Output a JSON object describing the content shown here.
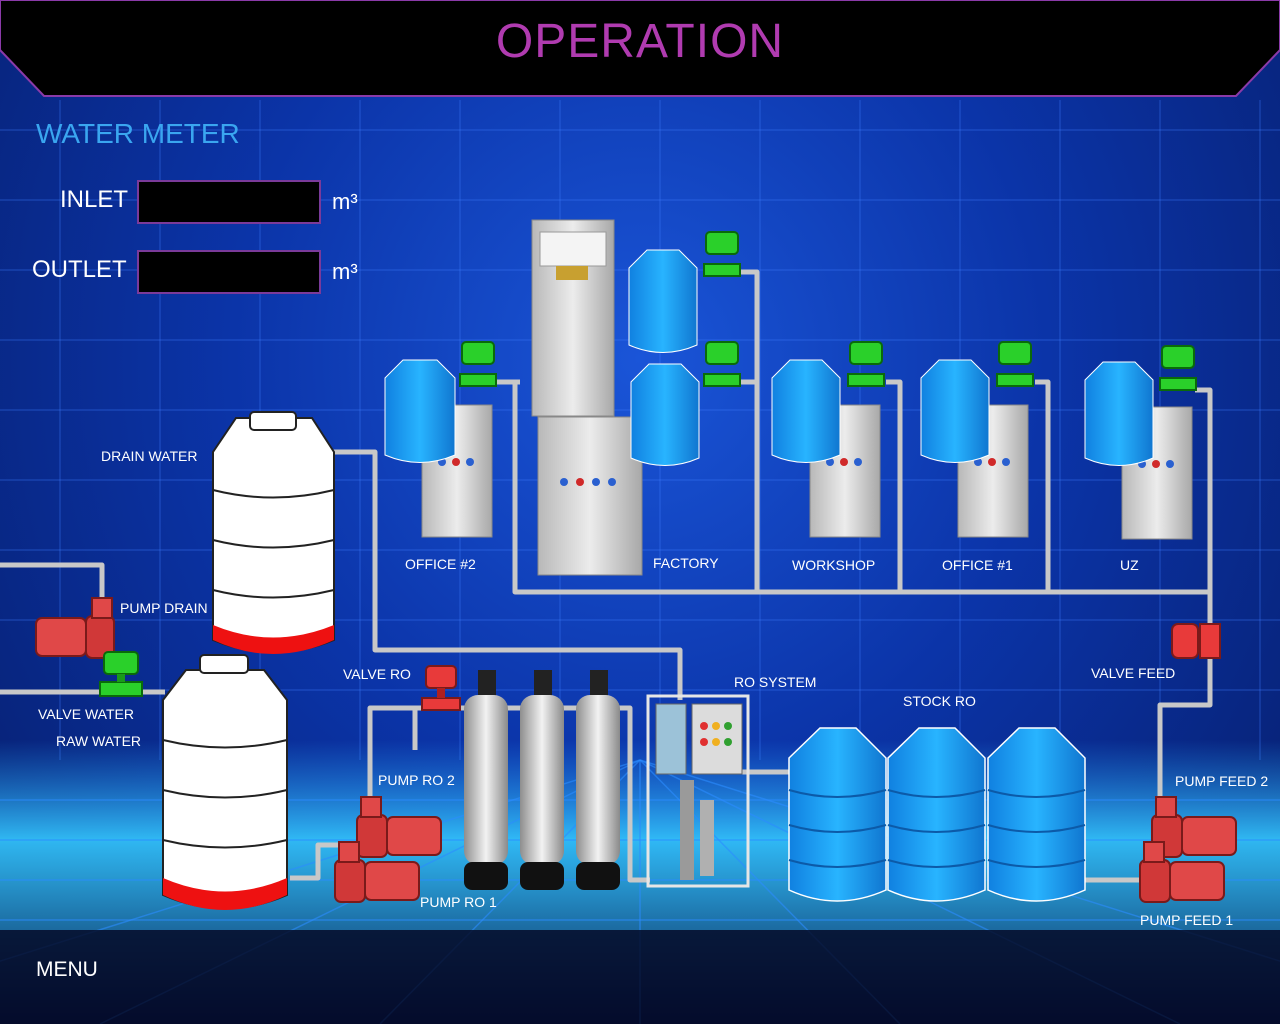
{
  "header": {
    "title": "OPERATION"
  },
  "water_meter": {
    "title": "WATER METER",
    "inlet_label": "INLET",
    "inlet_value": "",
    "outlet_label": "OUTLET",
    "outlet_value": "",
    "unit": "m³"
  },
  "labels": {
    "drain_water": "DRAIN WATER",
    "pump_drain": "PUMP DRAIN",
    "valve_water": "VALVE  WATER",
    "raw_water": "RAW WATER",
    "valve_ro": "VALVE RO",
    "pump_ro_2": "PUMP RO 2",
    "pump_ro_1": "PUMP RO 1",
    "ro_system": "RO SYSTEM",
    "stock_ro": "STOCK RO",
    "valve_feed": "VALVE FEED",
    "pump_feed_2": "PUMP FEED 2",
    "pump_feed_1": "PUMP FEED 1",
    "office_2": "OFFICE #2",
    "factory": "FACTORY",
    "workshop": "WORKSHOP",
    "office_1": "OFFICE #1",
    "uz": "UZ"
  },
  "footer": {
    "menu": "MENU"
  },
  "colors": {
    "title": "#b03bb0",
    "meter_title": "#3aa6f0",
    "valve_open": "#22dd22",
    "valve_closed": "#e83a3a",
    "tank_blue": "#1ea2f0",
    "pump": "#e04848"
  }
}
